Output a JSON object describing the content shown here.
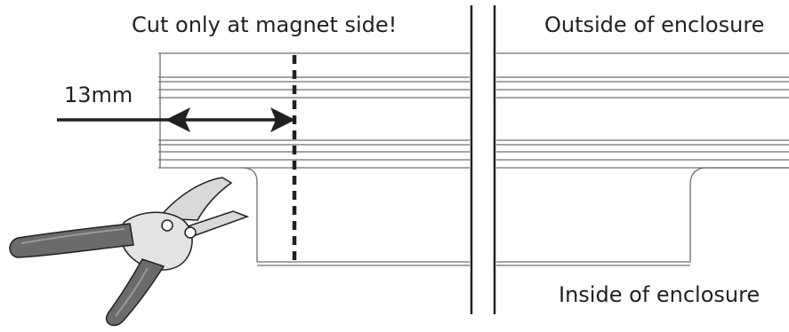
{
  "labels": {
    "cut_instruction": "Cut only at magnet side!",
    "outside": "Outside of enclosure",
    "inside": "Inside of enclosure",
    "dimension": "13mm"
  },
  "colors": {
    "ink": "#231f20",
    "stroke": "#6d6e71",
    "pliers_handle": "#6b6b6b",
    "pliers_metal": "#d9d9d9"
  }
}
